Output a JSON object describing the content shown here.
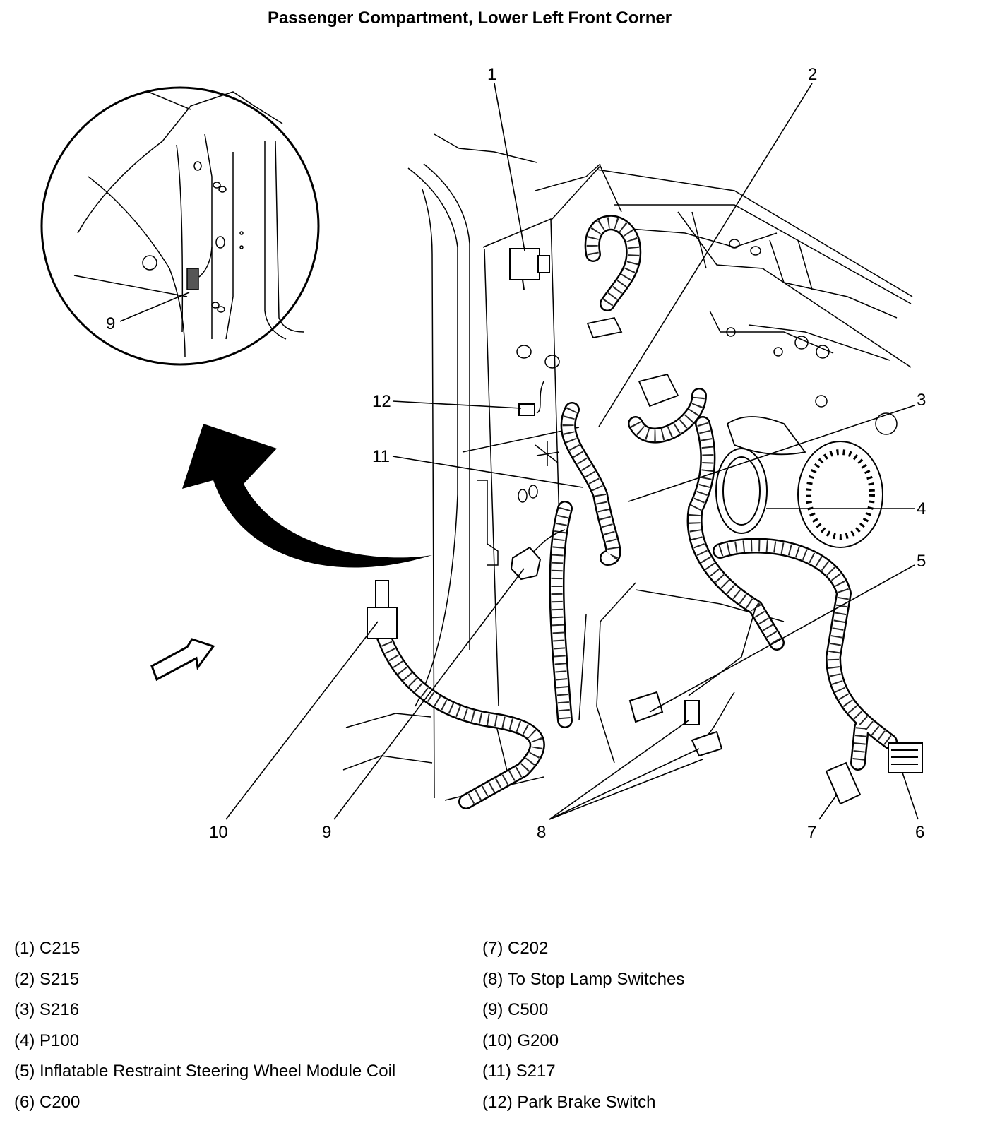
{
  "title": "Passenger Compartment, Lower Left Front Corner",
  "inset_callout": "9",
  "callouts": [
    "1",
    "2",
    "3",
    "4",
    "5",
    "6",
    "7",
    "8",
    "9",
    "10",
    "11",
    "12"
  ],
  "legend": {
    "left": [
      "(1) C215",
      "(2) S215",
      "(3) S216",
      "(4) P100",
      "(5) Inflatable Restraint Steering Wheel Module Coil",
      "(6) C200"
    ],
    "right": [
      "(7) C202",
      "(8) To Stop Lamp Switches",
      "(9) C500",
      "(10) G200",
      "(11) S217",
      "(12) Park Brake Switch"
    ]
  }
}
